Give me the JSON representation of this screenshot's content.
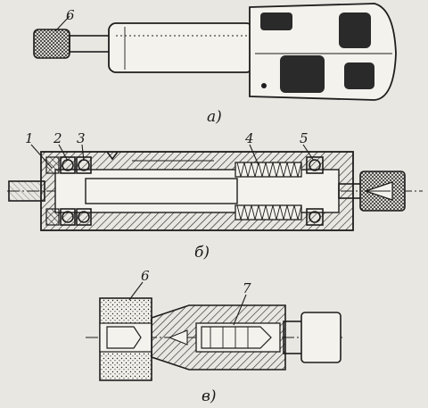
{
  "captions": {
    "a": "а)",
    "b": "б)",
    "c": "в)"
  },
  "callouts": {
    "view_a": [
      "6"
    ],
    "view_b": [
      "1",
      "2",
      "3",
      "4",
      "5"
    ],
    "view_c": [
      "6",
      "7"
    ]
  },
  "colors": {
    "ink": "#1d1d1d",
    "paper": "#e9e7e1"
  }
}
